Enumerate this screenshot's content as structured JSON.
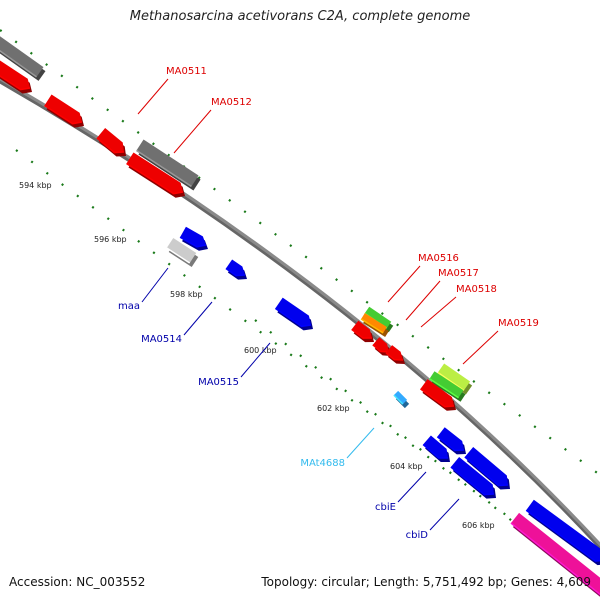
{
  "title": "Methanosarcina acetivorans C2A, complete genome",
  "footer": {
    "accession": "Accession: NC_003552",
    "topology": "Topology: circular",
    "length": "Length: 5,751,492 bp",
    "genes": "Genes: 4,609"
  },
  "kbp_ticks": [
    "594 kbp",
    "596 kbp",
    "598 kbp",
    "600 kbp",
    "602 kbp",
    "604 kbp",
    "606 kbp"
  ],
  "gene_labels": [
    {
      "name": "MA0511",
      "strand": "forward",
      "color": "#dd0000"
    },
    {
      "name": "MA0512",
      "strand": "forward",
      "color": "#dd0000"
    },
    {
      "name": "MA0516",
      "strand": "forward",
      "color": "#dd0000"
    },
    {
      "name": "MA0517",
      "strand": "forward",
      "color": "#dd0000"
    },
    {
      "name": "MA0518",
      "strand": "forward",
      "color": "#dd0000"
    },
    {
      "name": "MA0519",
      "strand": "forward",
      "color": "#dd0000"
    },
    {
      "name": "maa",
      "strand": "reverse",
      "color": "#0000aa"
    },
    {
      "name": "MA0514",
      "strand": "reverse",
      "color": "#0000aa"
    },
    {
      "name": "MA0515",
      "strand": "reverse",
      "color": "#0000aa"
    },
    {
      "name": "MAt4688",
      "strand": "reverse",
      "color": "#33bbee"
    },
    {
      "name": "cbiE",
      "strand": "reverse",
      "color": "#0000aa"
    },
    {
      "name": "cbiD",
      "strand": "reverse",
      "color": "#0000aa"
    }
  ],
  "colors": {
    "forward_gene": "#ee0000",
    "reverse_gene": "#0000ee",
    "backbone": "#8a8a8a",
    "tick": "#1a7a1a",
    "gray_feature": "#707070",
    "green_feature": "#44cc33",
    "orange_feature": "#ff8800",
    "pink_feature": "#ee1199"
  }
}
